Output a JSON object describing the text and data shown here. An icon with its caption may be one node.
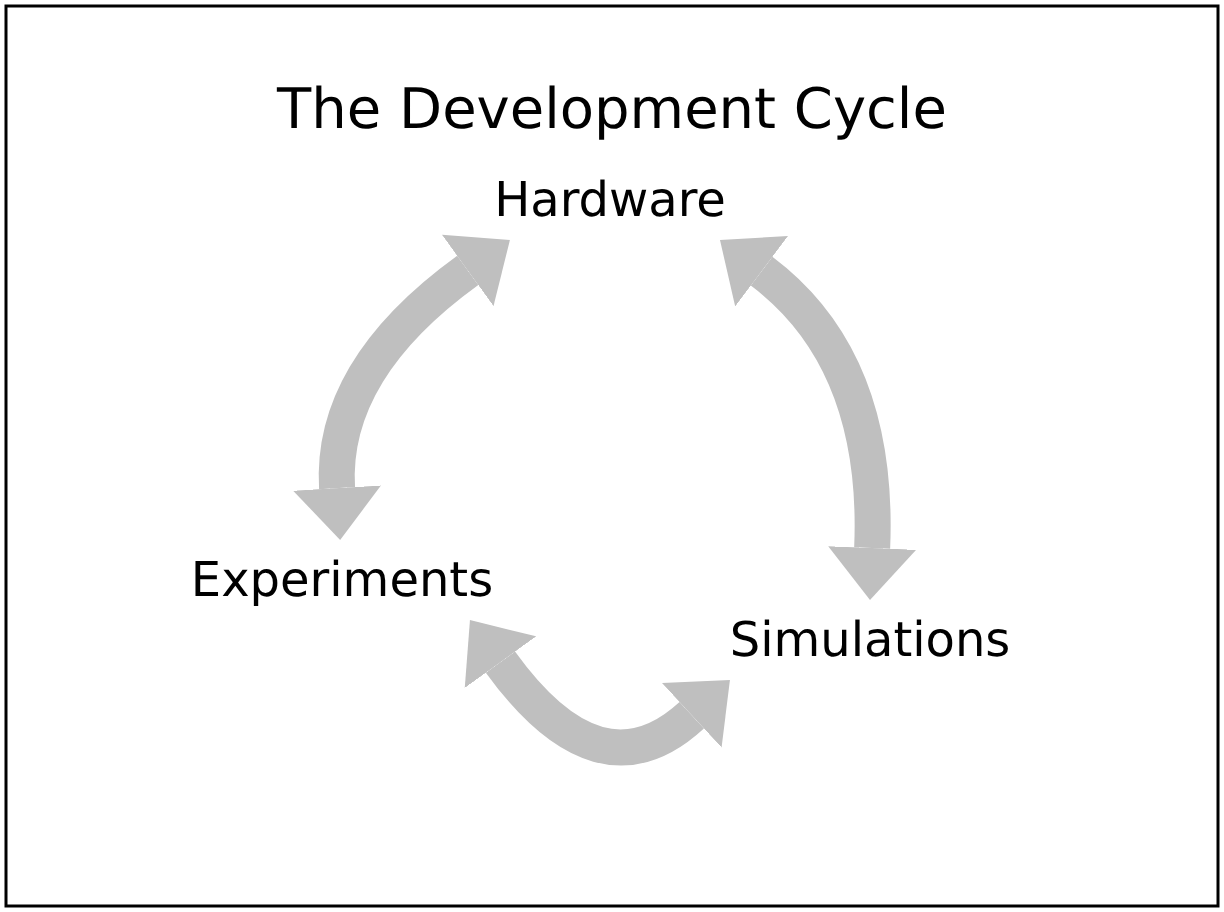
{
  "diagram": {
    "title": "The Development Cycle",
    "nodes": [
      {
        "text": [
          "Hardware"
        ]
      },
      {
        "text": [
          "Experiments"
        ]
      },
      {
        "text": [
          "Simulations"
        ]
      }
    ],
    "edges": [
      {
        "from": 0,
        "to": 1,
        "arrow": "both"
      },
      {
        "from": 0,
        "to": 2,
        "arrow": "both"
      },
      {
        "from": 1,
        "to": 2,
        "arrow": "both"
      }
    ]
  }
}
